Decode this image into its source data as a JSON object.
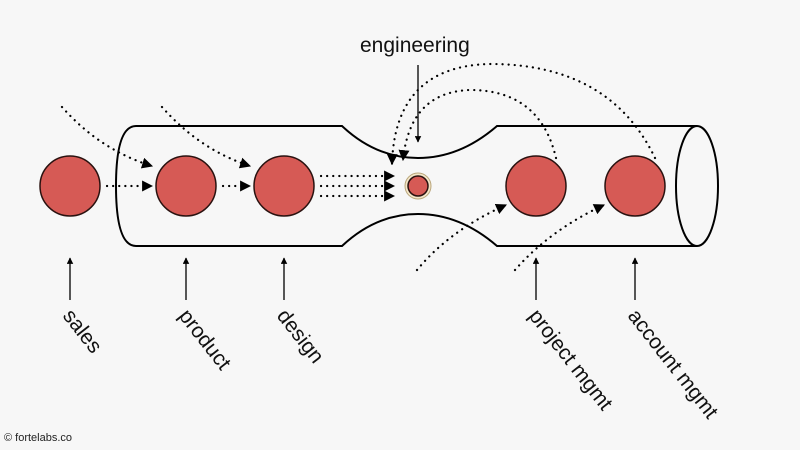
{
  "title_label": "engineering",
  "credit": "© fortelabs.co",
  "colors": {
    "node_fill": "#d65a55",
    "node_stroke": "#2a1210",
    "line": "#000000",
    "background": "#f7f7f7",
    "eng_ring": "#f3e7c9"
  },
  "nodes": [
    {
      "id": "sales",
      "label": "sales"
    },
    {
      "id": "product",
      "label": "product"
    },
    {
      "id": "design",
      "label": "design"
    },
    {
      "id": "engineering",
      "label": "engineering"
    },
    {
      "id": "project-mgmt",
      "label": "project mgmt"
    },
    {
      "id": "account-mgmt",
      "label": "account mgmt"
    }
  ],
  "labels": {
    "sales": "sales",
    "product": "product",
    "design": "design",
    "project_mgmt": "project mgmt",
    "account_mgmt": "account mgmt"
  }
}
